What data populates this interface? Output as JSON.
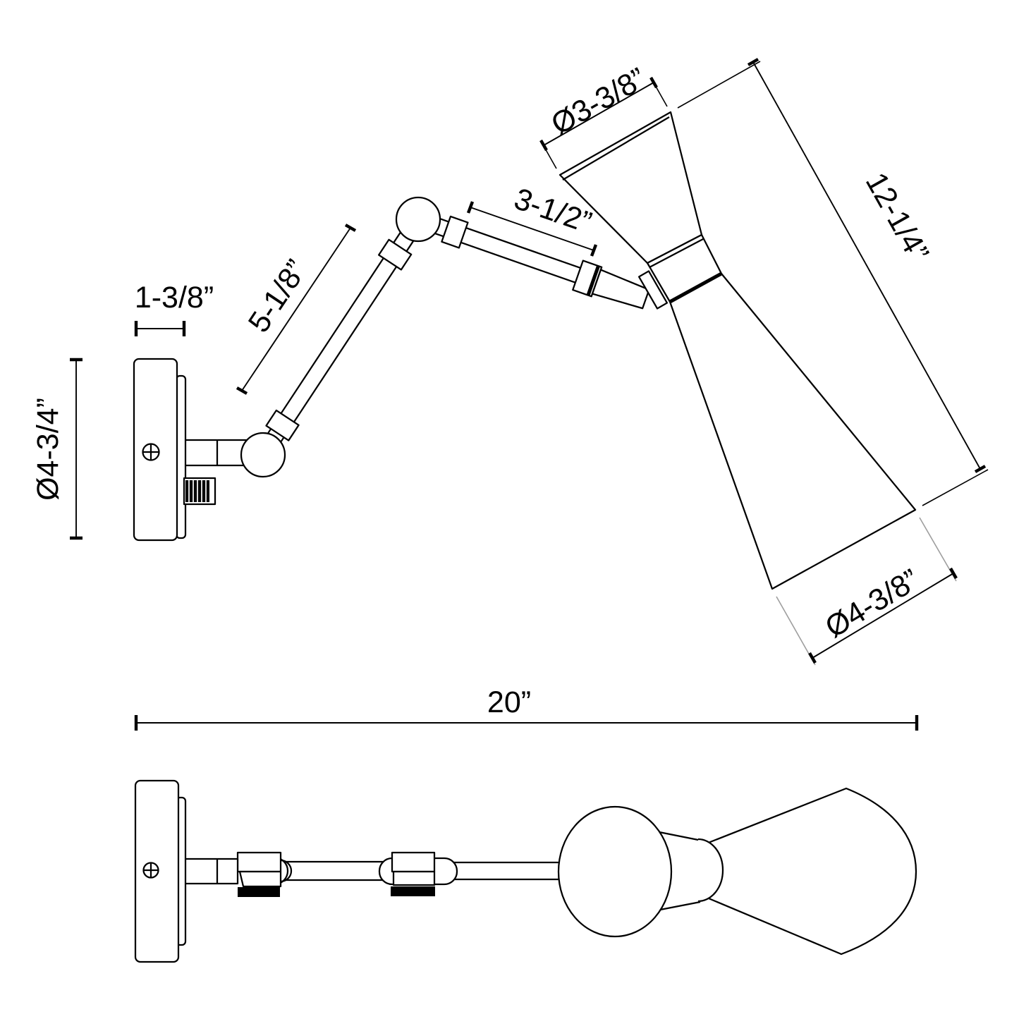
{
  "canvas": {
    "background": "#ffffff",
    "line_color": "#000000",
    "extension_line_color": "#9e9e9e"
  },
  "dimensions": {
    "backplate_depth": "1-3/8”",
    "backplate_diameter": "Ø4-3/4”",
    "lower_arm_length": "5-1/8”",
    "upper_arm_length": "3-1/2”",
    "shade_top_diameter": "Ø3-3/8”",
    "shade_length": "12-1/4”",
    "shade_opening_diameter": "Ø4-3/8”",
    "overall_extension": "20”"
  }
}
